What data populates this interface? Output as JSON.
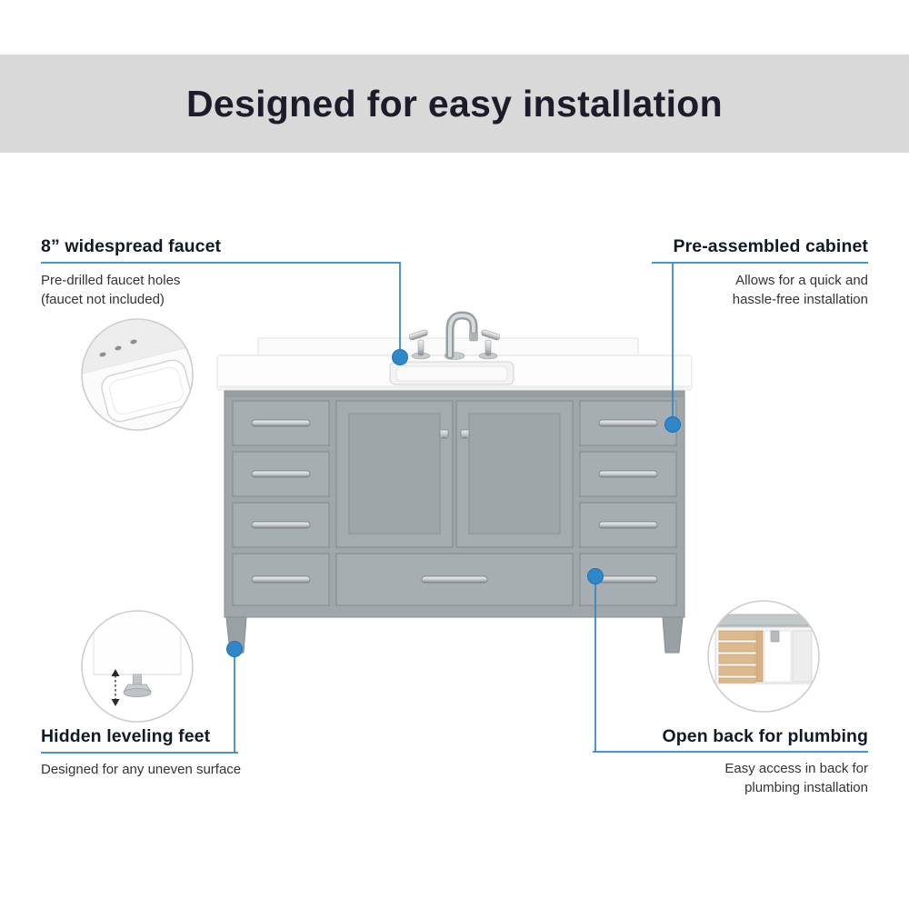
{
  "header": {
    "title": "Designed for easy installation"
  },
  "callouts": {
    "faucet": {
      "title": "8” widespread faucet",
      "body_line1": "Pre-drilled faucet holes",
      "body_line2": "(faucet not included)"
    },
    "cabinet": {
      "title": "Pre-assembled cabinet",
      "body_line1": "Allows for  a quick and",
      "body_line2": "hassle-free installation"
    },
    "feet": {
      "title": "Hidden leveling feet",
      "body_line1": "Designed for any uneven surface"
    },
    "plumbing": {
      "title": "Open back for plumbing",
      "body_line1": "Easy access in back for",
      "body_line2": "plumbing installation"
    }
  },
  "colors": {
    "accent_blue": "#2e87c9",
    "header_background": "#d9d9d9",
    "cabinet_gray": "#a0a7ab",
    "countertop_white": "#fdfdfd",
    "text_dark": "#121a26"
  }
}
